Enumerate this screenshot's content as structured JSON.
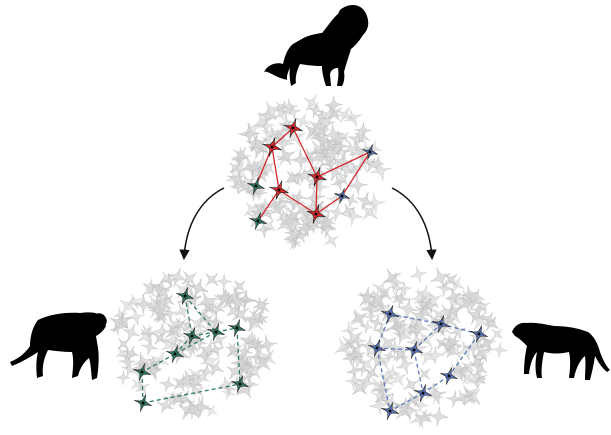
{
  "colors": {
    "background": "#ffffff",
    "neuron_fill": "#d6d6d6",
    "neuron_stroke": "#bdbdbd",
    "ensemble_red": "#d42a2a",
    "ensemble_green": "#2f7a63",
    "ensemble_blue": "#5a78bd",
    "silhouette": "#000000",
    "arrow": "#111111"
  },
  "icons": {
    "top_animal": "lion-silhouette-icon",
    "left_animal": "tiger-silhouette-icon",
    "right_animal": "cheetah-silhouette-icon"
  },
  "ensembles": [
    {
      "id": "red",
      "line_style": "solid",
      "color": "#d42a2a"
    },
    {
      "id": "green",
      "line_style": "dashed",
      "color": "#2f7a63"
    },
    {
      "id": "blue",
      "line_style": "dashed",
      "color": "#5a78bd"
    }
  ]
}
